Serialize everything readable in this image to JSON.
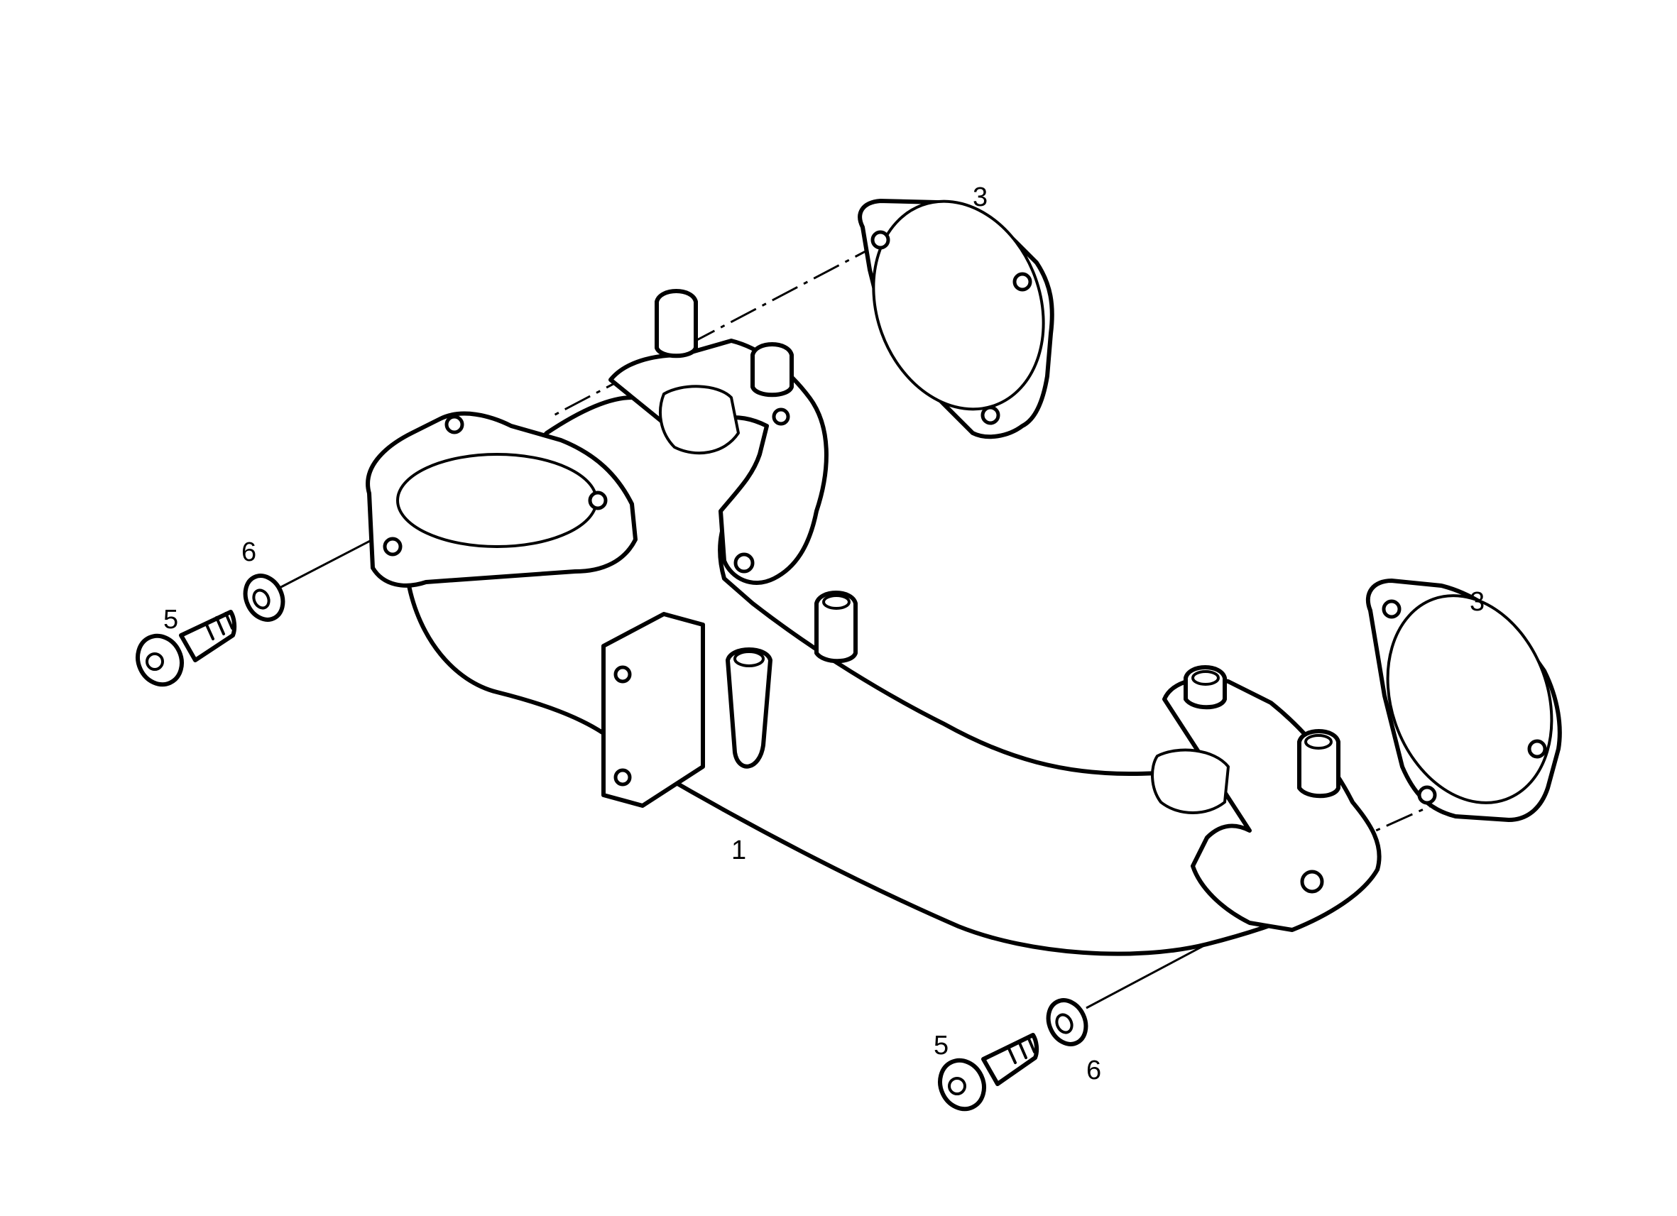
{
  "callouts": [
    {
      "id": "1",
      "label": "1"
    },
    {
      "id": "3-top",
      "label": "3"
    },
    {
      "id": "3-right",
      "label": "3"
    },
    {
      "id": "5-left",
      "label": "5"
    },
    {
      "id": "6-left",
      "label": "6"
    },
    {
      "id": "5-bottom",
      "label": "5"
    },
    {
      "id": "6-bottom",
      "label": "6"
    }
  ]
}
